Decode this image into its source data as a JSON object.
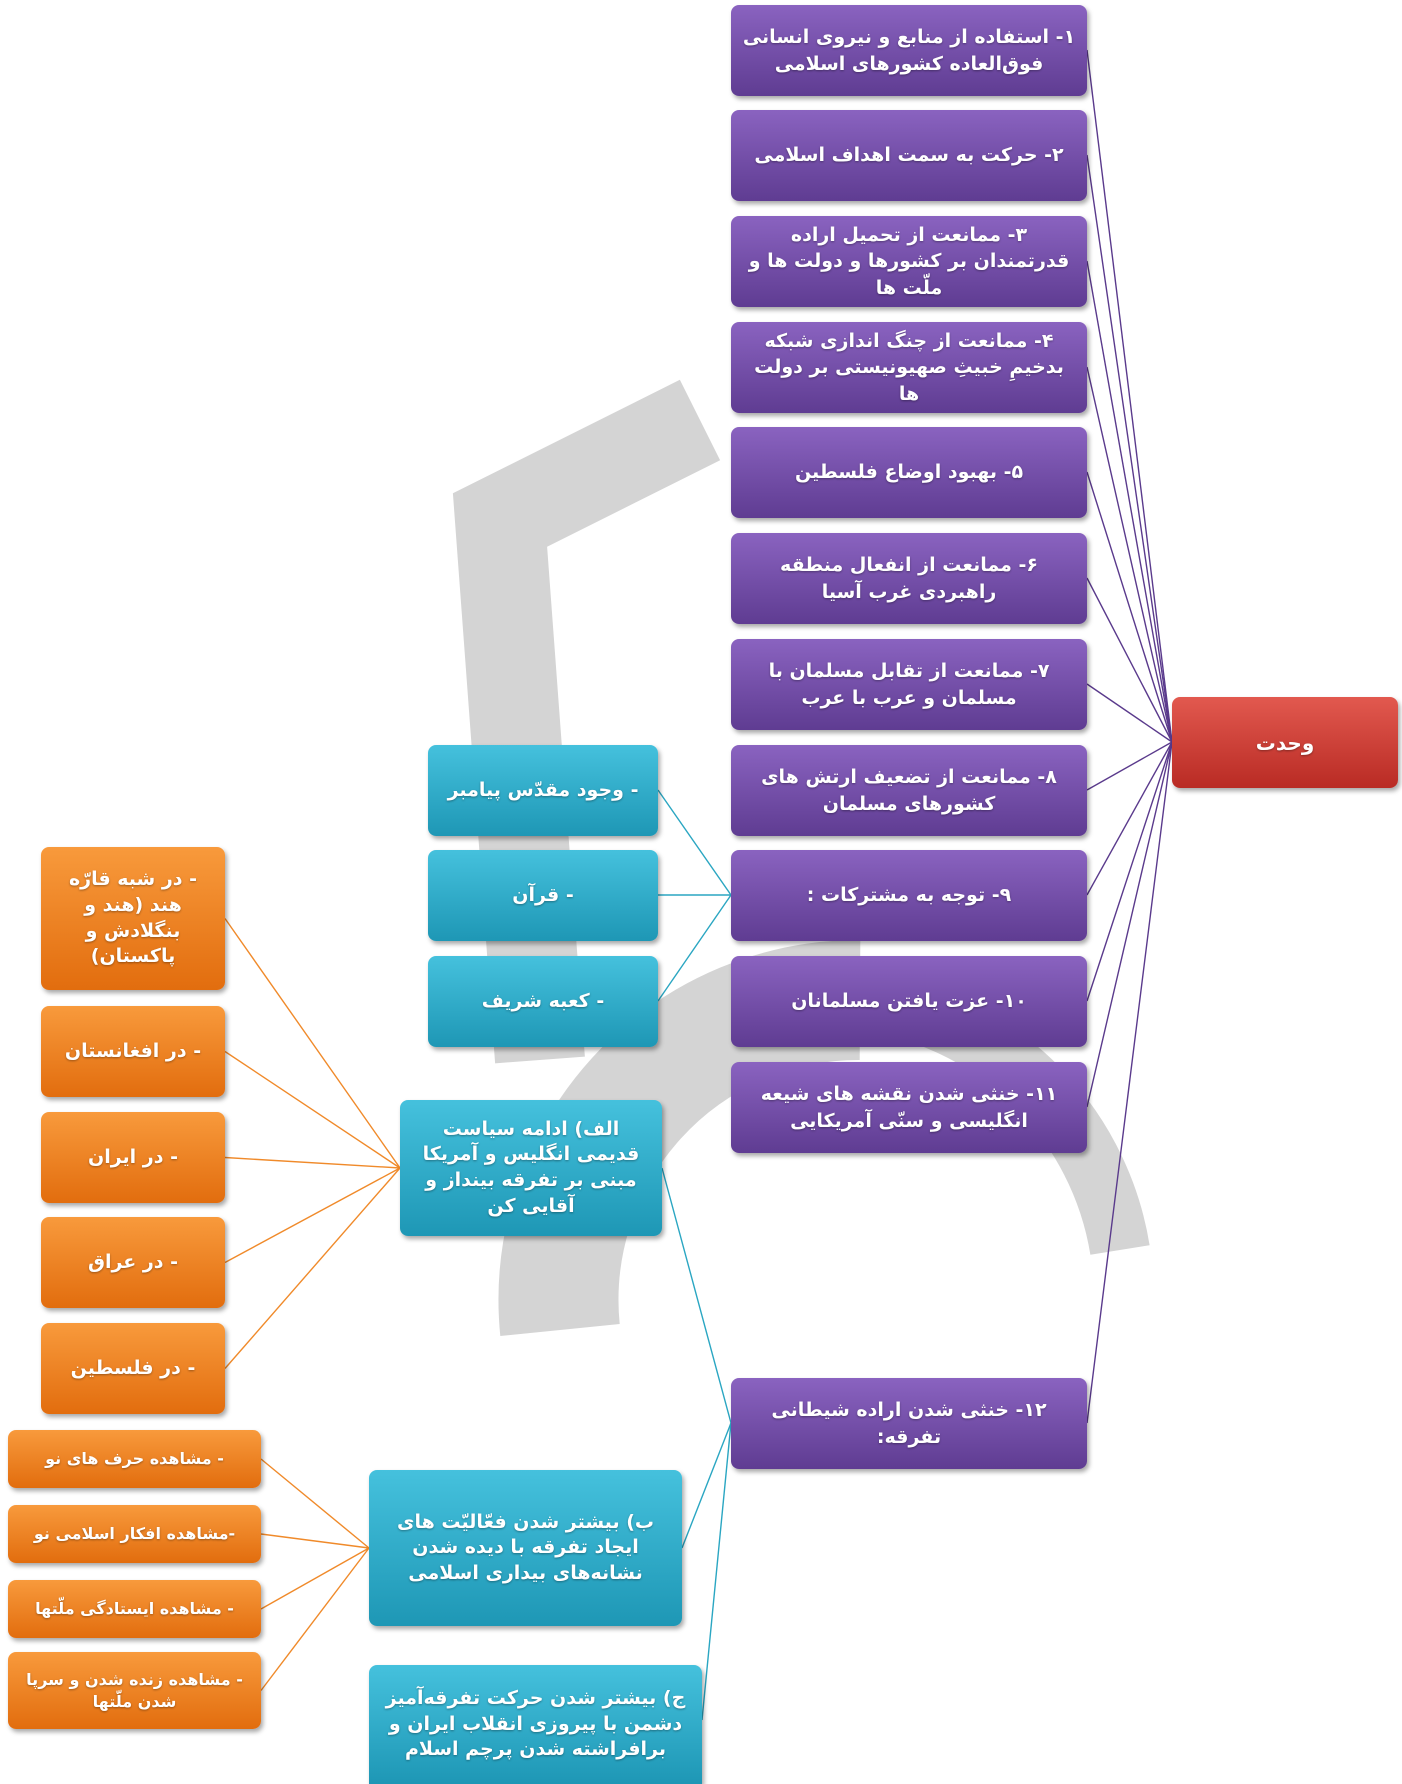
{
  "root": {
    "label": "وحدت"
  },
  "goals": [
    {
      "label": "۱- استفاده از منابع و نیروی انسانی فوق‌العاده کشورهای اسلامی"
    },
    {
      "label": "۲- حرکت به سمت اهداف اسلامی"
    },
    {
      "label": "۳- ممانعت از تحمیل اراده قدرتمندان بر کشورها و دولت ها و ملّت ها"
    },
    {
      "label": "۴- ممانعت از چنگ اندازی شبکه بدخیمِ خبیثِ صهیونیستی بر دولت ها"
    },
    {
      "label": "۵- بهبود اوضاع فلسطین"
    },
    {
      "label": "۶- ممانعت از انفعال منطقه راهبردی غرب آسیا"
    },
    {
      "label": "۷- ممانعت از تقابل مسلمان با مسلمان و عرب با عرب"
    },
    {
      "label": "۸- ممانعت از تضعیف ارتش های کشورهای مسلمان"
    },
    {
      "label": "۹- توجه به مشترکات :"
    },
    {
      "label": "۱۰- عزت یافتن مسلمانان"
    },
    {
      "label": "۱۱- خنثی شدن نقشه های شیعه انگلیسی و سنّی آمریکایی"
    },
    {
      "label": "۱۲- خنثی شدن اراده شیطانی تفرقه:"
    }
  ],
  "commonalities": [
    {
      "label": "- وجود مقدّس پیامبر"
    },
    {
      "label": "- قرآن"
    },
    {
      "label": "- کعبه شریف"
    }
  ],
  "divisions": [
    {
      "label": "الف) ادامه سیاست قدیمی انگلیس و آمریکا مبنی بر تفرقه بینداز و آقایی کن"
    },
    {
      "label": "ب) بیشتر شدن فعّالیّت های ایجاد تفرقه با دیده شدن نشانه‌های بیداری اسلامی"
    },
    {
      "label": "ج) بیشتر شدن حرکت تفرقه‌آمیز دشمن با پیروزی انقلاب ایران و برافراشته شدن پرچم اسلام"
    }
  ],
  "regions": [
    {
      "label": "- در شبه قارّه هند (هند و بنگلادش و پاکستان)"
    },
    {
      "label": "- در افغانستان"
    },
    {
      "label": "- در ایران"
    },
    {
      "label": "- در عراق"
    },
    {
      "label": "- در فلسطین"
    }
  ],
  "signs": [
    {
      "label": "- مشاهده حرف های نو"
    },
    {
      "label": "-مشاهده افکار اسلامی نو"
    },
    {
      "label": "- مشاهده ایستادگی ملّتها"
    },
    {
      "label": "- مشاهده زنده شدن و سرپا شدن ملّتها"
    }
  ],
  "colors": {
    "root": "#c8352d",
    "goals": "#6f4aa6",
    "commonalities": "#29a9c9",
    "regions": "#f07d1d",
    "purple_line": "#5a3a8c",
    "teal_line": "#2aa6c2",
    "orange_line": "#f08a2a"
  }
}
